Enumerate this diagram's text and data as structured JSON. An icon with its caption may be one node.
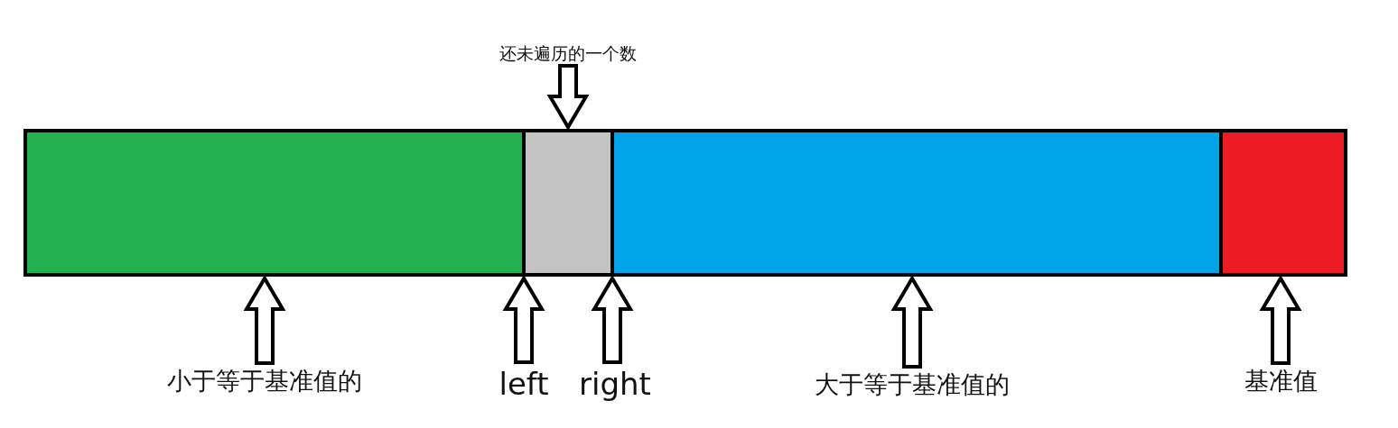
{
  "diagram": {
    "nodes": [
      {
        "text": [],
        "shape": "bar"
      },
      {
        "text": [],
        "shape": "bar"
      },
      {
        "text": [],
        "shape": "bar"
      },
      {
        "text": [],
        "shape": "bar"
      },
      {
        "text": [
          "还未遍历的一个数"
        ]
      },
      {
        "text": [
          "小于等于基准值的"
        ]
      },
      {
        "text": [
          "left"
        ]
      },
      {
        "text": [
          "right"
        ]
      },
      {
        "text": [
          "大于等于基准值的"
        ]
      },
      {
        "text": [
          "基准值"
        ]
      }
    ],
    "edges": [
      {
        "from": 4,
        "to": 1,
        "arrow": "to"
      },
      {
        "from": 5,
        "to": 0,
        "arrow": "to"
      },
      {
        "from": 6,
        "to": 1,
        "arrow": "to"
      },
      {
        "from": 7,
        "to": 1,
        "arrow": "to"
      },
      {
        "from": 8,
        "to": 2,
        "arrow": "to"
      },
      {
        "from": 9,
        "to": 3,
        "arrow": "to"
      }
    ]
  }
}
